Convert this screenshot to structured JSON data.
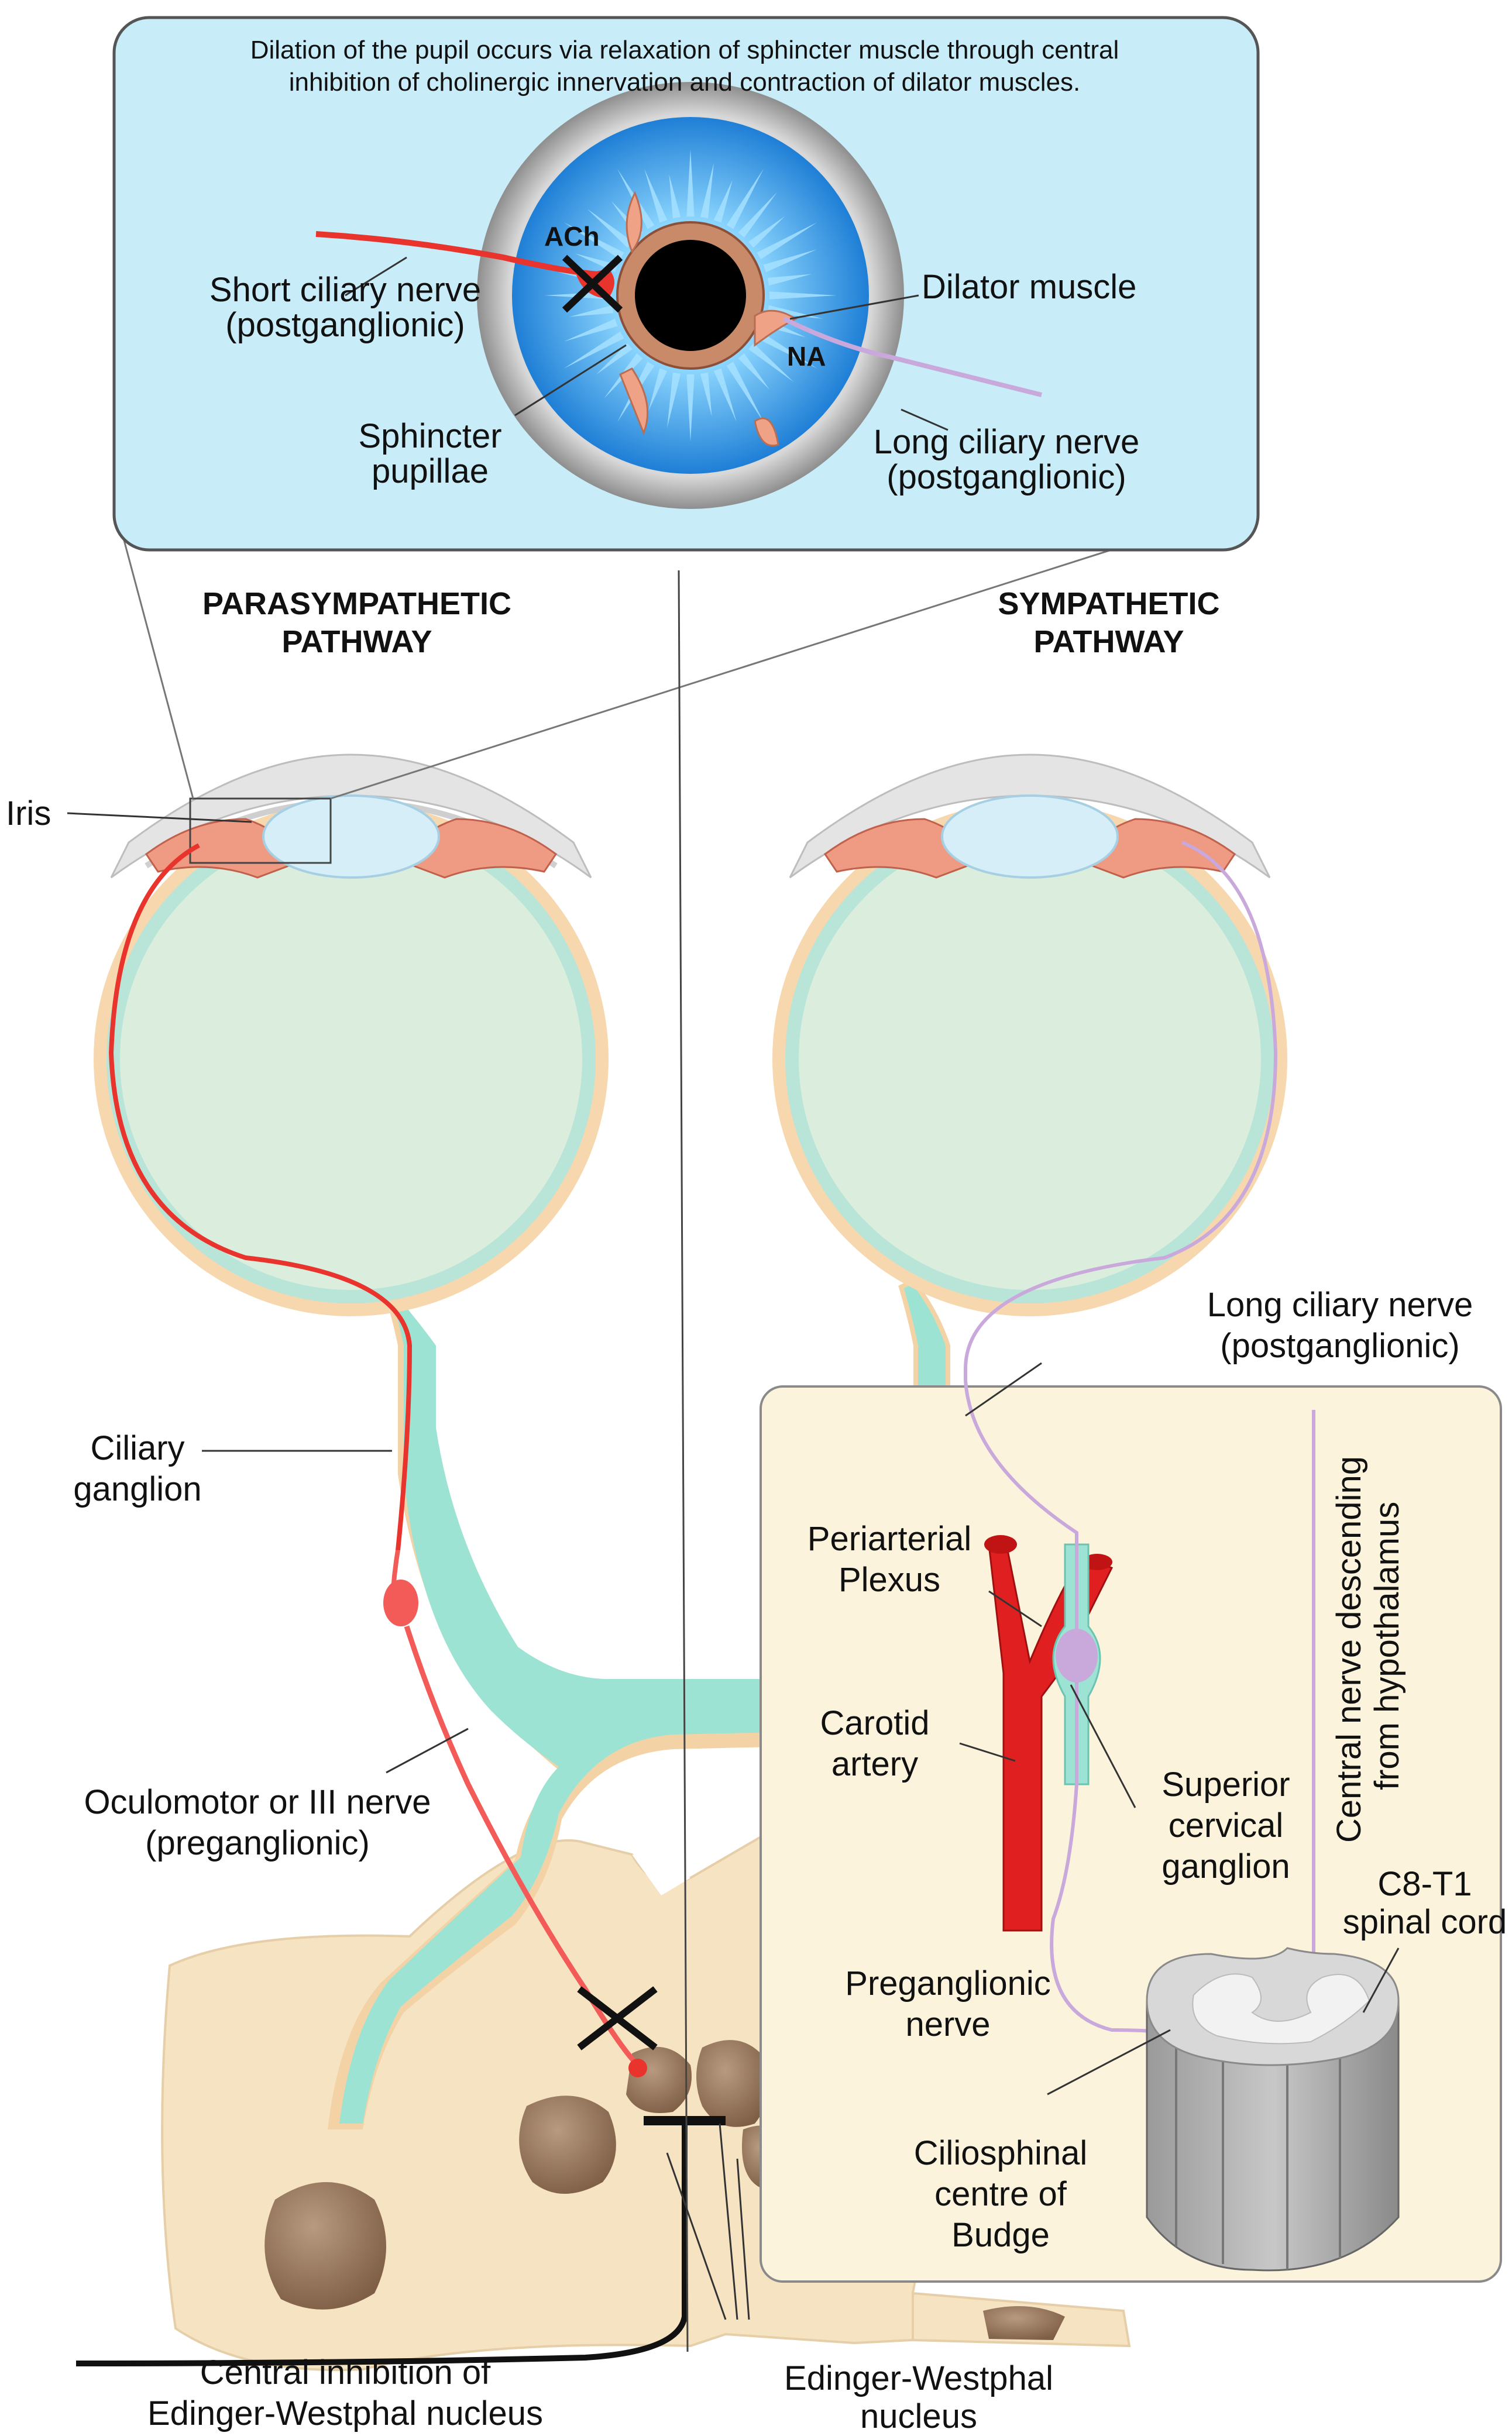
{
  "caption": {
    "line1": "Dilation of the pupil occurs via relaxation of sphincter muscle through central",
    "line2": "inhibition of cholinergic innervation and contraction of dilator muscles."
  },
  "inset": {
    "ach": "ACh",
    "na": "NA",
    "short_ciliary": [
      "Short ciliary nerve",
      "(postganglionic)"
    ],
    "sphincter": [
      "Sphincter",
      "pupillae"
    ],
    "dilator": "Dilator muscle",
    "long_ciliary": [
      "Long ciliary nerve",
      "(postganglionic)"
    ]
  },
  "headings": {
    "para": [
      "PARASYMPATHETIC",
      "PATHWAY"
    ],
    "symp": [
      "SYMPATHETIC",
      "PATHWAY"
    ]
  },
  "labels": {
    "iris": "Iris",
    "ciliary_ganglion": [
      "Ciliary",
      "ganglion"
    ],
    "oculomotor": [
      "Oculomotor or III nerve",
      "(preganglionic)"
    ],
    "central_inhibition": [
      "Central inhibition of",
      "Edinger-Westphal nucleus"
    ],
    "edinger": [
      "Edinger-Westphal",
      "nucleus"
    ],
    "long_ciliary": [
      "Long ciliary nerve",
      "(postganglionic)"
    ],
    "periarterial": [
      "Periarterial",
      "Plexus"
    ],
    "carotid": [
      "Carotid",
      "artery"
    ],
    "superior_cervical": [
      "Superior",
      "cervical",
      "ganglion"
    ],
    "central_nerve": [
      "Central nerve descending",
      "from hypothalamus"
    ],
    "c8t1": [
      "C8-T1",
      "spinal cord"
    ],
    "preganglionic": [
      "Preganglionic",
      "nerve"
    ],
    "ciliospinal": [
      "Ciliosphinal",
      "centre of",
      "Budge"
    ]
  },
  "colors": {
    "parasympathetic_nerve": "#e8342c",
    "sympathetic_nerve": "#c9a8dc",
    "iris_blue": "#2f95e0",
    "inset_bg": "#c8ecf8",
    "box_bg": "#fbf3dc",
    "vitreous": "#dbeedd",
    "optic_nerve": "#9de3d4",
    "artery": "#e02020",
    "brainstem": "#f6e3c2",
    "nucleus": "#9b7b60"
  }
}
